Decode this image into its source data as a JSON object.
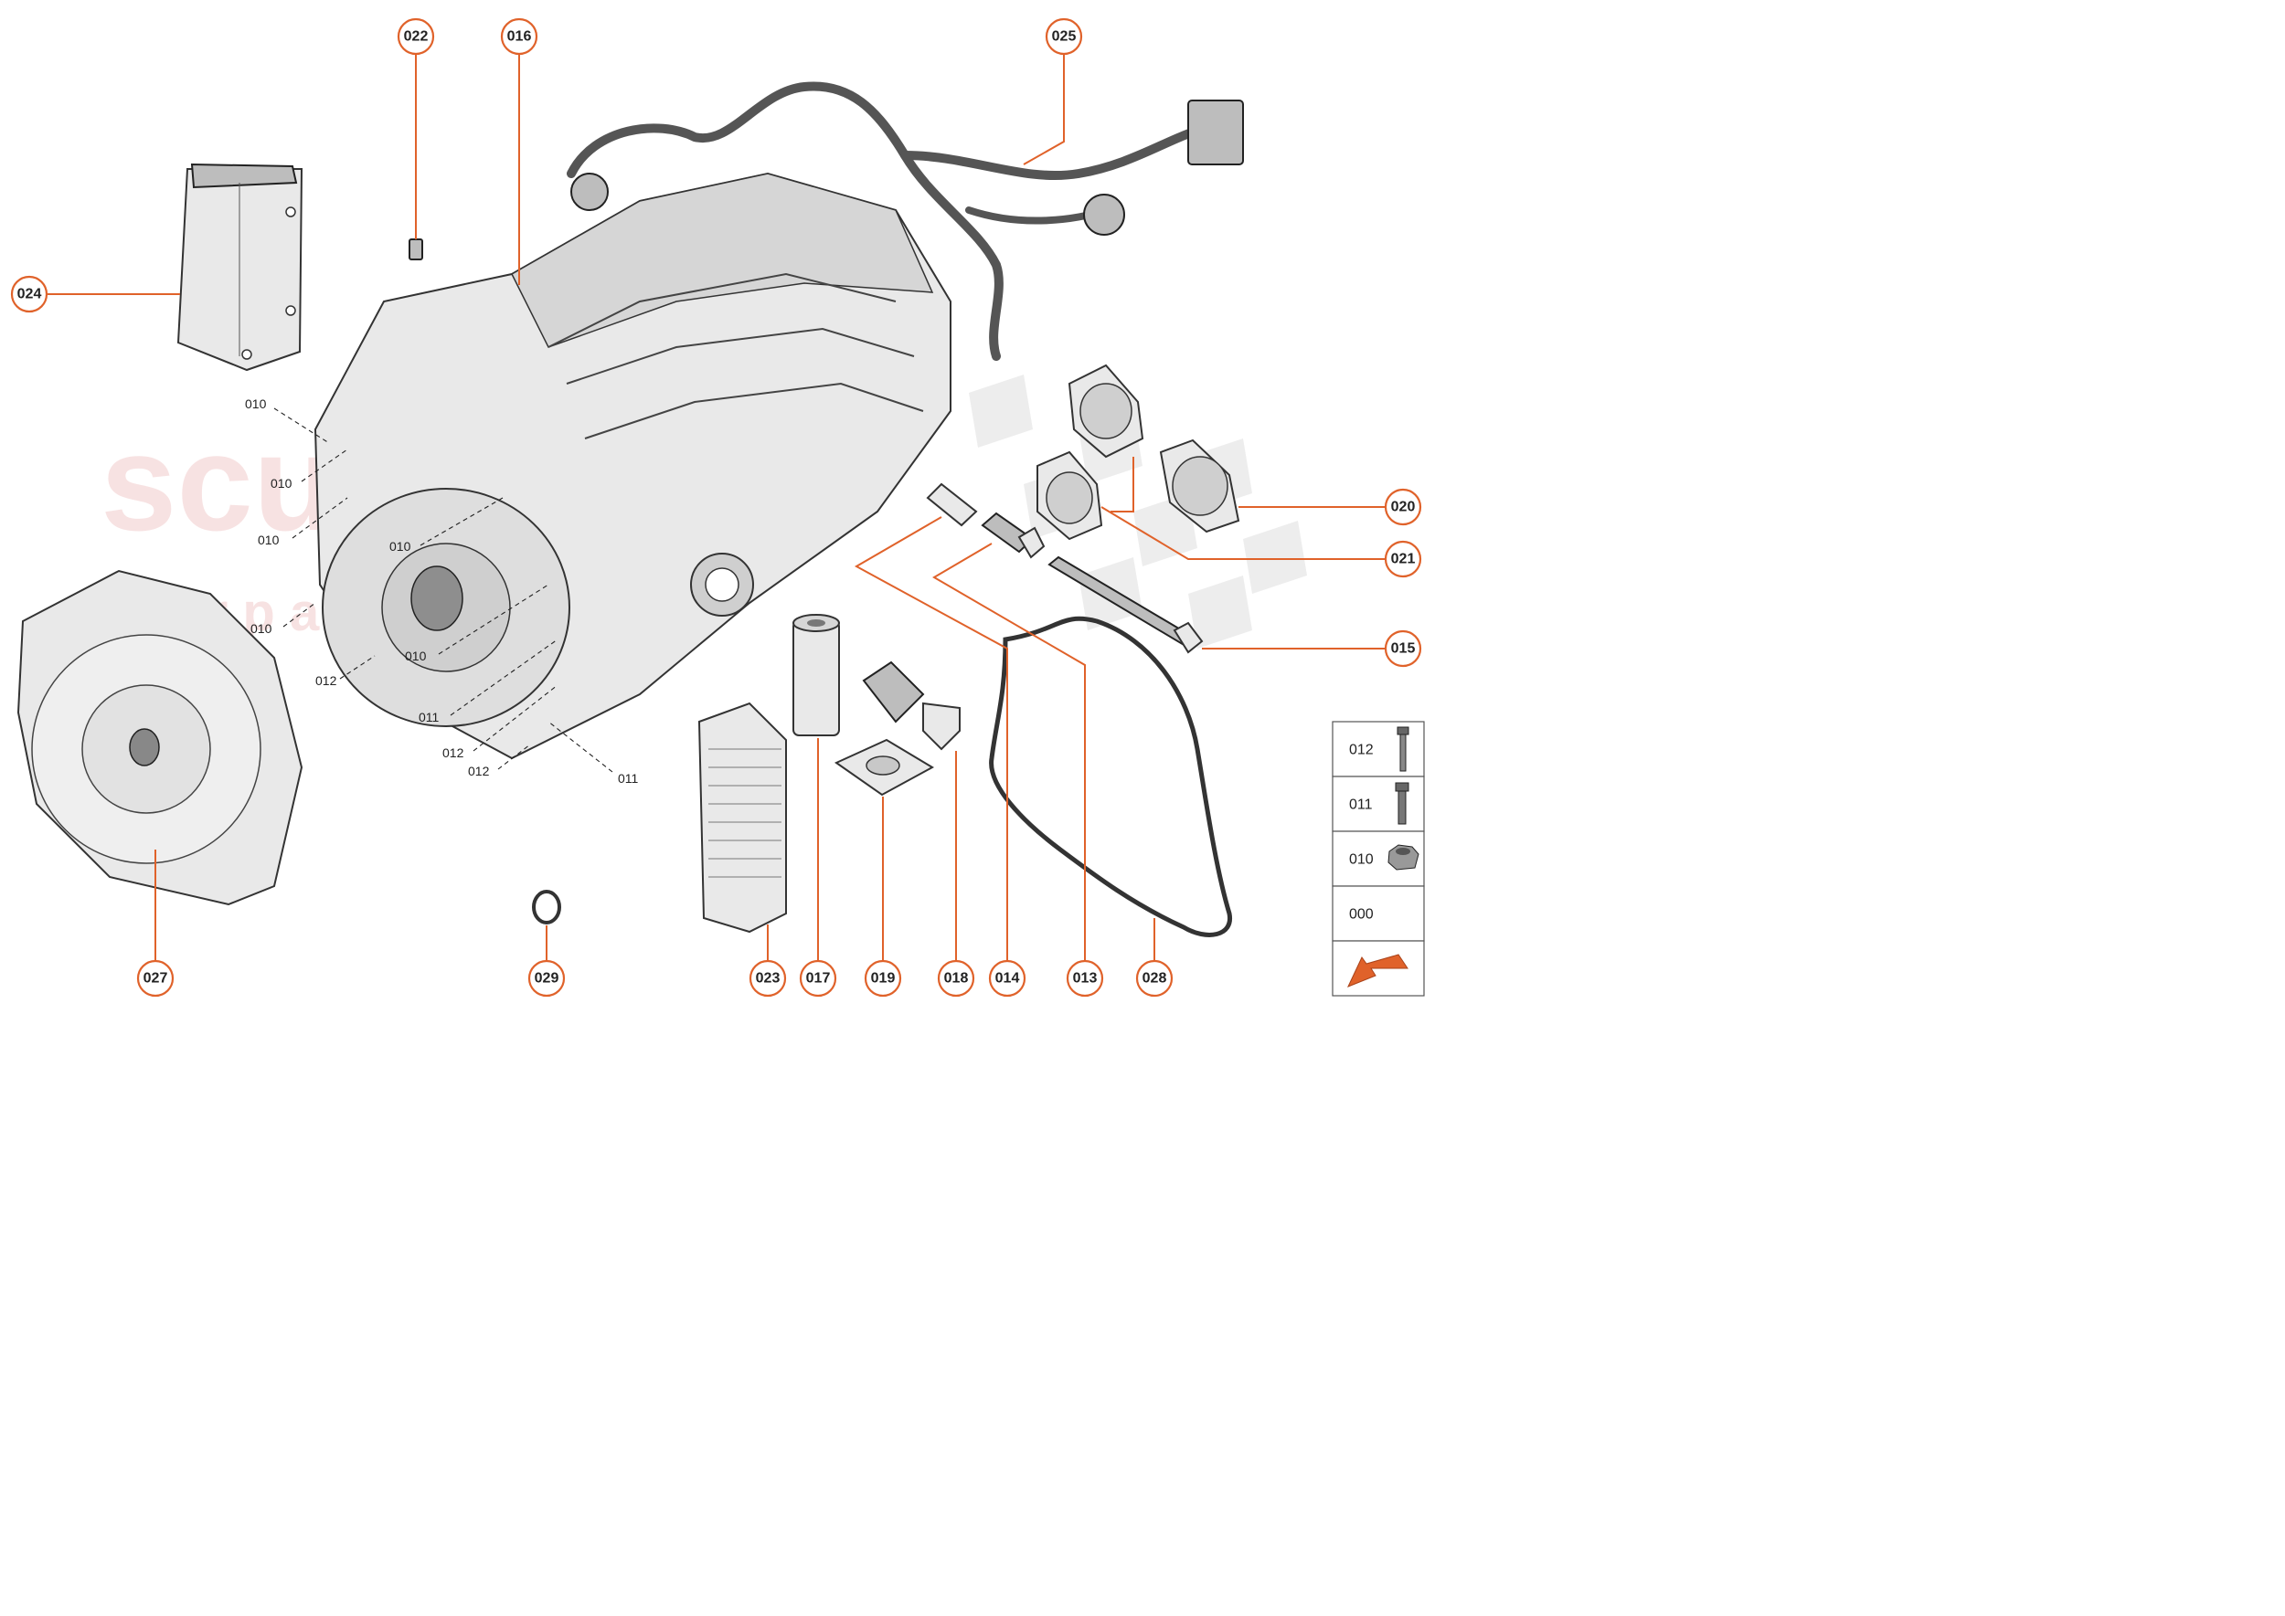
{
  "watermark": {
    "brand": "scuderia",
    "tagline": "c a r p a r t s"
  },
  "callouts": [
    {
      "id": "022",
      "label": "022"
    },
    {
      "id": "016",
      "label": "016"
    },
    {
      "id": "025",
      "label": "025"
    },
    {
      "id": "024",
      "label": "024"
    },
    {
      "id": "020",
      "label": "020"
    },
    {
      "id": "021",
      "label": "021"
    },
    {
      "id": "015",
      "label": "015"
    },
    {
      "id": "027",
      "label": "027"
    },
    {
      "id": "029",
      "label": "029"
    },
    {
      "id": "023",
      "label": "023"
    },
    {
      "id": "017",
      "label": "017"
    },
    {
      "id": "019",
      "label": "019"
    },
    {
      "id": "018",
      "label": "018"
    },
    {
      "id": "014",
      "label": "014"
    },
    {
      "id": "013",
      "label": "013"
    },
    {
      "id": "028",
      "label": "028"
    }
  ],
  "fastener_labels": [
    {
      "label": "010"
    },
    {
      "label": "010"
    },
    {
      "label": "010"
    },
    {
      "label": "010"
    },
    {
      "label": "010"
    },
    {
      "label": "010"
    },
    {
      "label": "012"
    },
    {
      "label": "011"
    },
    {
      "label": "012"
    },
    {
      "label": "012"
    },
    {
      "label": "011"
    }
  ],
  "legend": [
    {
      "code": "012",
      "icon": "long-bolt-icon"
    },
    {
      "code": "011",
      "icon": "short-bolt-icon"
    },
    {
      "code": "010",
      "icon": "nut-icon"
    },
    {
      "code": "000",
      "icon": ""
    },
    {
      "code": "",
      "icon": "direction-arrow-icon"
    }
  ],
  "colors": {
    "accent": "#e0622a",
    "line": "#222222",
    "watermark": "#f2cccc"
  }
}
